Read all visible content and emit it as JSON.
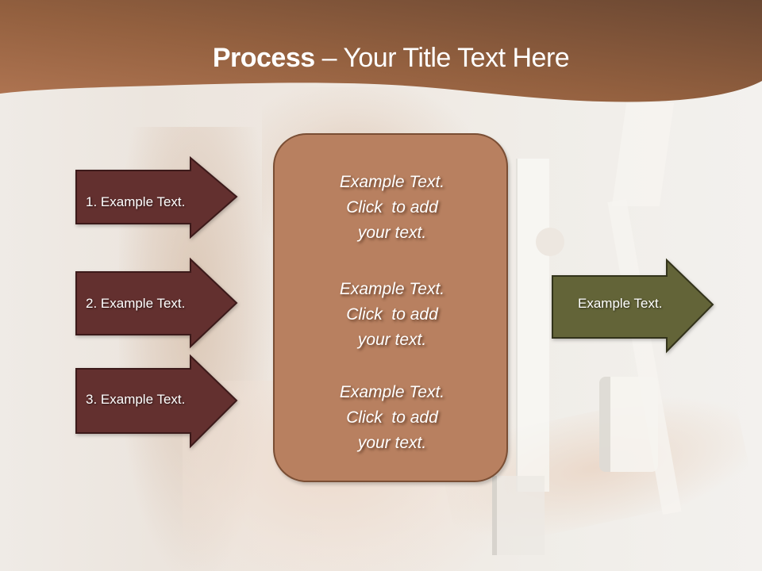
{
  "slide": {
    "title_bold": "Process",
    "title_rest": " – Your Title Text Here",
    "colors": {
      "header_dark": "#6a4732",
      "header_light": "#a66d48",
      "step_arrow_fill": "#63302f",
      "step_arrow_border": "#3c1a1a",
      "center_box_fill": "#b88060",
      "center_box_border": "#7a4e34",
      "result_arrow_fill": "#636438",
      "result_arrow_border": "#33331b",
      "text": "#ffffff"
    },
    "steps": [
      {
        "label": "1. Example Text."
      },
      {
        "label": "2. Example Text."
      },
      {
        "label": "3. Example Text."
      }
    ],
    "center_box": {
      "paragraphs": [
        {
          "line1": "Example Text.",
          "line2": "Click  to add",
          "line3": "your text."
        },
        {
          "line1": "Example Text.",
          "line2": "Click  to add",
          "line3": "your text."
        },
        {
          "line1": "Example Text.",
          "line2": "Click  to add",
          "line3": "your text."
        }
      ]
    },
    "result_arrow": {
      "label": "Example Text."
    }
  }
}
